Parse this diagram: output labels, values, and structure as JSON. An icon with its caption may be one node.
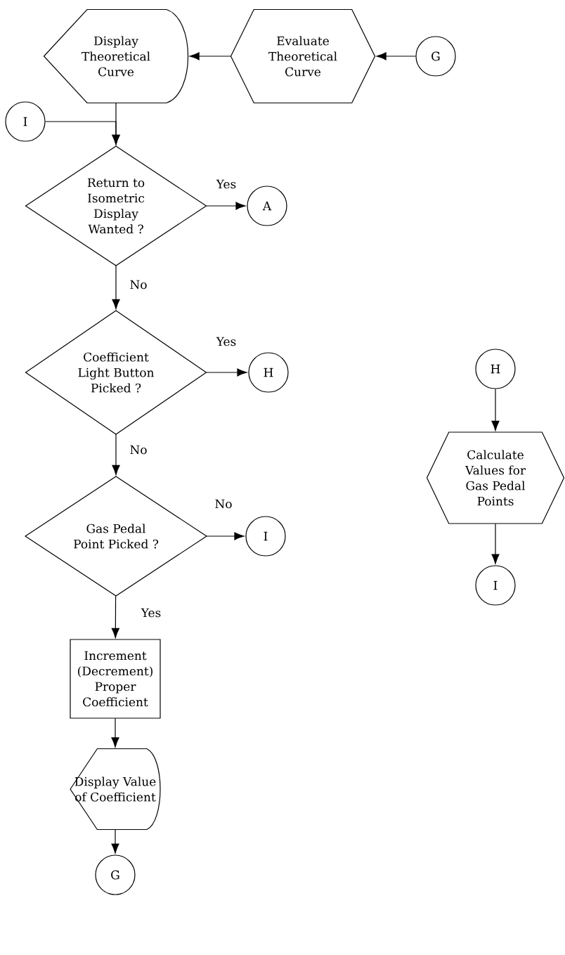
{
  "diagram": {
    "nodes": [
      {
        "text": [
          "Display Theoretical Curve"
        ]
      },
      {
        "text": [
          "Evaluate Theoretical Curve"
        ]
      },
      {
        "text": [
          "G"
        ]
      },
      {
        "text": [
          "I"
        ]
      },
      {
        "text": [
          "Return to Isometric Display Wanted ?"
        ]
      },
      {
        "text": [
          "A"
        ]
      },
      {
        "text": [
          "Coefficient Light Button Picked ?"
        ]
      },
      {
        "text": [
          "H"
        ]
      },
      {
        "text": [
          "H"
        ]
      },
      {
        "text": [
          "Calculate Values for Gas Pedal Points"
        ]
      },
      {
        "text": [
          "Gas Pedal Point Picked ?"
        ]
      },
      {
        "text": [
          "I"
        ]
      },
      {
        "text": [
          "I"
        ]
      },
      {
        "text": [
          "Increment (Decrement) Proper Coefficient"
        ]
      },
      {
        "text": [
          "Display Value of Coefficient"
        ]
      },
      {
        "text": [
          "G"
        ]
      }
    ],
    "edges": [
      {
        "from": 2,
        "to": 1,
        "arrow": "to"
      },
      {
        "from": 1,
        "to": 0,
        "arrow": "to"
      },
      {
        "from": 0,
        "to": 4,
        "arrow": "to"
      },
      {
        "from": 3,
        "to": 4,
        "arrow": "to"
      },
      {
        "from": 4,
        "to": 5,
        "arrow": "to",
        "label": "Yes"
      },
      {
        "from": 4,
        "to": 6,
        "arrow": "to",
        "label": "No"
      },
      {
        "from": 6,
        "to": 7,
        "arrow": "to",
        "label": "Yes"
      },
      {
        "from": 6,
        "to": 10,
        "arrow": "to",
        "label": "No"
      },
      {
        "from": 8,
        "to": 9,
        "arrow": "to"
      },
      {
        "from": 9,
        "to": 12,
        "arrow": "to"
      },
      {
        "from": 10,
        "to": 11,
        "arrow": "to",
        "label": "No"
      },
      {
        "from": 10,
        "to": 13,
        "arrow": "to",
        "label": "Yes"
      },
      {
        "from": 13,
        "to": 14,
        "arrow": "to"
      },
      {
        "from": 14,
        "to": 15,
        "arrow": "to"
      }
    ]
  }
}
